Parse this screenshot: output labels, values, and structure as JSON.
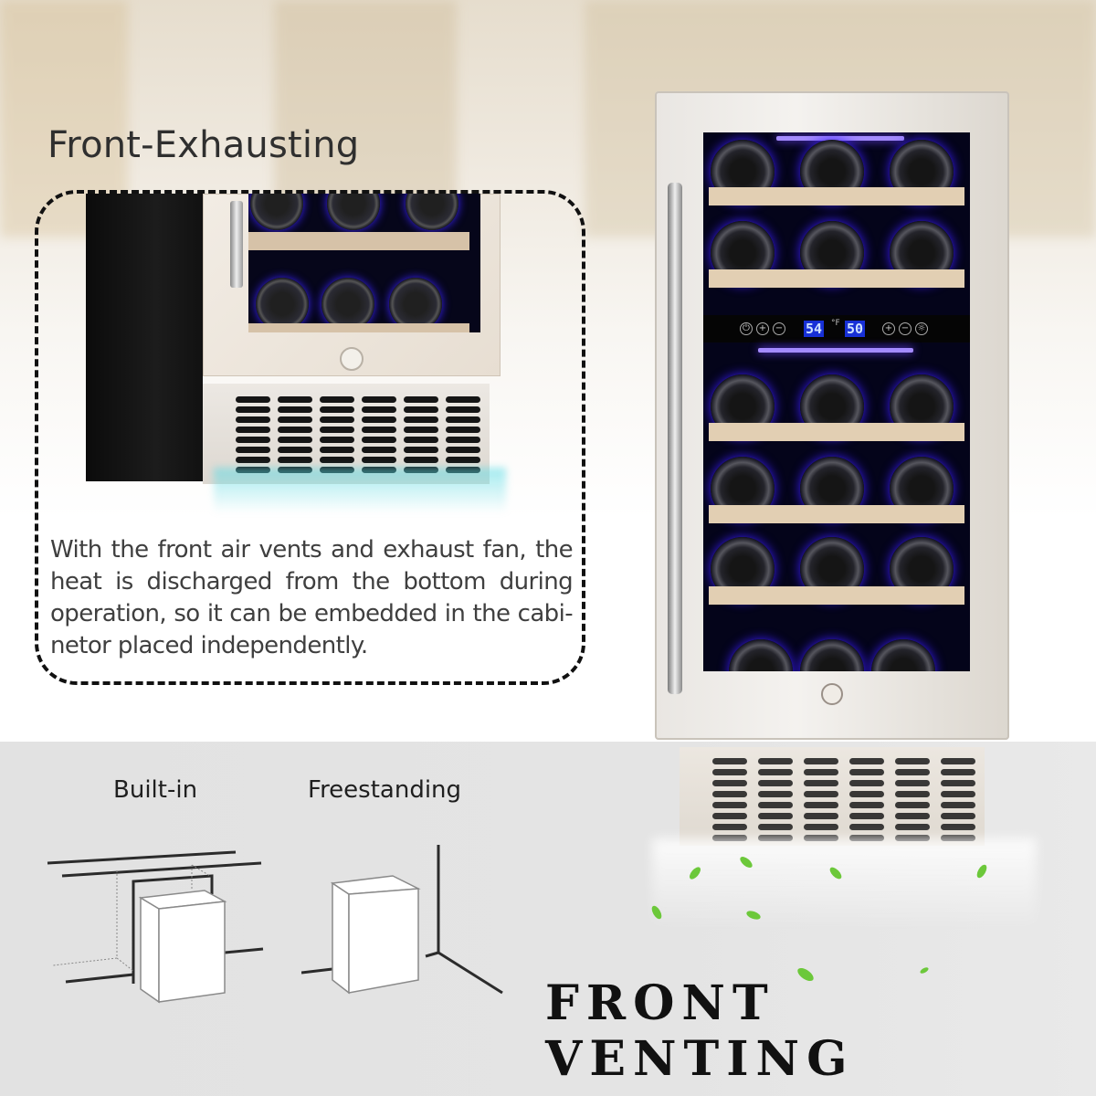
{
  "headline": "Front-Exhausting",
  "description": "With the front air vents and exhaust fan, the heat is discharged from the bottom during operation, so it can be embedded in the cabi- netor placed independently.",
  "installation_options": [
    {
      "label": "Built-in",
      "icon": "built-in-cabinet-diagram"
    },
    {
      "label": "Freestanding",
      "icon": "freestanding-corner-diagram"
    }
  ],
  "tagline": "FRONT VENTING",
  "control_panel": {
    "upper_zone_temp": "54",
    "lower_zone_temp": "50",
    "unit": "°F",
    "buttons": [
      "power",
      "plus",
      "minus",
      "plus",
      "minus",
      "light"
    ]
  },
  "colors": {
    "led_accent": "#6f45ff",
    "display_blue": "#1730d6",
    "airflow_cyan": "#5adce6",
    "leaf_green": "#6cc83a",
    "shelf_wood": "#e2cfb3",
    "lower_band_gray": "#e2e2e2"
  }
}
